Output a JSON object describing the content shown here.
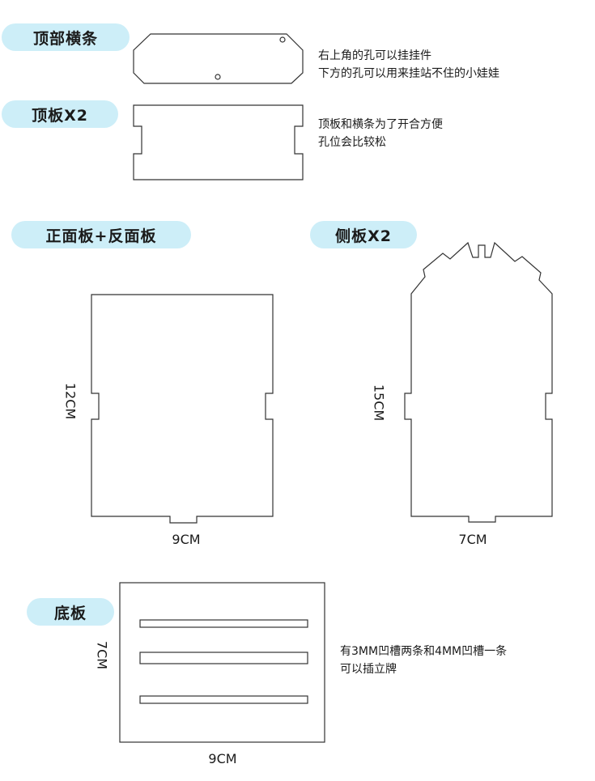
{
  "labels": {
    "top_crossbar": "顶部横条",
    "top_board": "顶板X2",
    "front_back": "正面板+反面板",
    "side_board": "侧板X2",
    "bottom_board": "底板"
  },
  "notes": {
    "crossbar_line1": "右上角的孔可以挂挂件",
    "crossbar_line2": "下方的孔可以用来挂站不住的小娃娃",
    "topboard_line1": "顶板和横条为了开合方便",
    "topboard_line2": "孔位会比较松",
    "bottom_line1": "有3MM凹槽两条和4MM凹槽一条",
    "bottom_line2": "可以插立牌"
  },
  "dimensions": {
    "front_height": "12CM",
    "front_width": "9CM",
    "side_height": "15CM",
    "side_width": "7CM",
    "bottom_height": "7CM",
    "bottom_width": "9CM"
  },
  "colors": {
    "pill_bg": "#cdeef8",
    "stroke": "#333333"
  }
}
